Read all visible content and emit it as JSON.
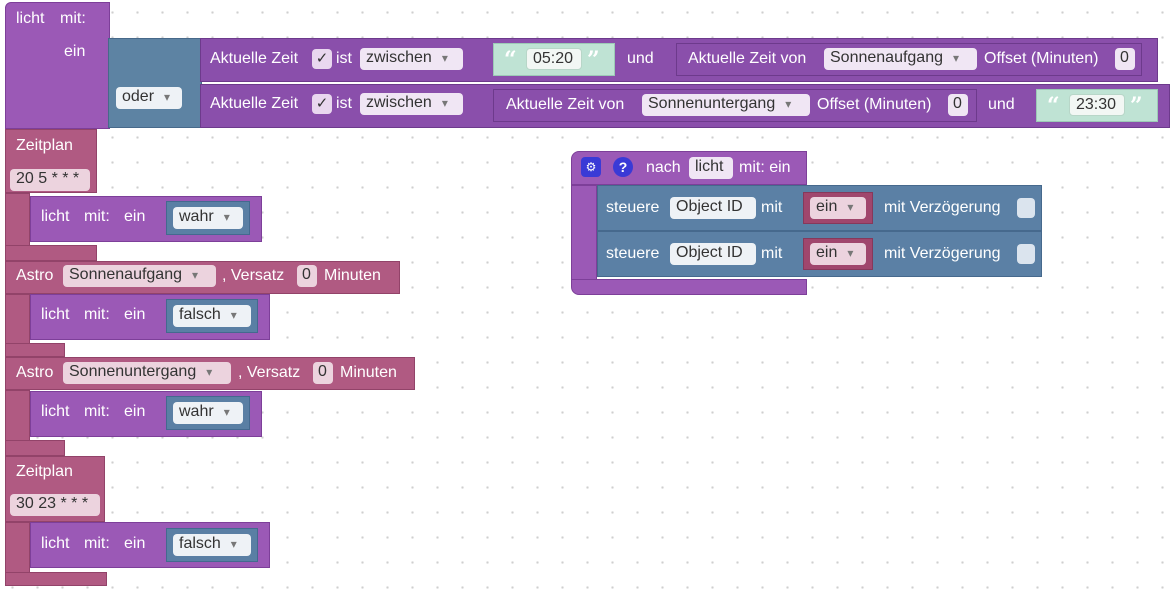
{
  "procedure": {
    "name": "licht",
    "mit": "mit:",
    "param": "ein"
  },
  "condition": {
    "operator": "oder",
    "row1": {
      "label": "Aktuelle Zeit",
      "check": "✓",
      "ist": "ist",
      "mode": "zwischen",
      "time": "05:20",
      "und": "und",
      "ref_label": "Aktuelle Zeit von",
      "ref_value": "Sonnenaufgang",
      "offset_label": "Offset (Minuten)",
      "offset_value": "0"
    },
    "row2": {
      "label": "Aktuelle Zeit",
      "check": "✓",
      "ist": "ist",
      "mode": "zwischen",
      "ref_label": "Aktuelle Zeit von",
      "ref_value": "Sonnenuntergang",
      "offset_label": "Offset (Minuten)",
      "offset_value": "0",
      "und": "und",
      "time": "23:30"
    }
  },
  "triggers": [
    {
      "type": "Zeitplan",
      "cron": "20 5 * * *",
      "call": {
        "name": "licht",
        "mit": "mit:",
        "param": "ein",
        "value": "wahr"
      }
    },
    {
      "type": "Astro",
      "event": "Sonnenaufgang",
      "versatz_label": ", Versatz",
      "versatz_value": "0",
      "minuten": "Minuten",
      "call": {
        "name": "licht",
        "mit": "mit:",
        "param": "ein",
        "value": "falsch"
      }
    },
    {
      "type": "Astro",
      "event": "Sonnenuntergang",
      "versatz_label": ", Versatz",
      "versatz_value": "0",
      "minuten": "Minuten",
      "call": {
        "name": "licht",
        "mit": "mit:",
        "param": "ein",
        "value": "wahr"
      }
    },
    {
      "type": "Zeitplan",
      "cron": "30 23 * * *",
      "call": {
        "name": "licht",
        "mit": "mit:",
        "param": "ein",
        "value": "falsch"
      }
    }
  ],
  "function": {
    "nach": "nach",
    "name": "licht",
    "mit": "mit: ein",
    "gear_icon": "⚙",
    "help_icon": "?",
    "rows": [
      {
        "steuere": "steuere",
        "object": "Object ID",
        "mit": "mit",
        "value": "ein",
        "delay": "mit Verzögerung"
      },
      {
        "steuere": "steuere",
        "object": "Object ID",
        "mit": "mit",
        "value": "ein",
        "delay": "mit Verzögerung"
      }
    ]
  },
  "colors": {
    "procedure": "#9b59b6",
    "compare": "#8a4fab",
    "logic": "#5d83a3",
    "string": "#bfe3d4",
    "trigger": "#b05a82",
    "control": "#5b80a5"
  }
}
